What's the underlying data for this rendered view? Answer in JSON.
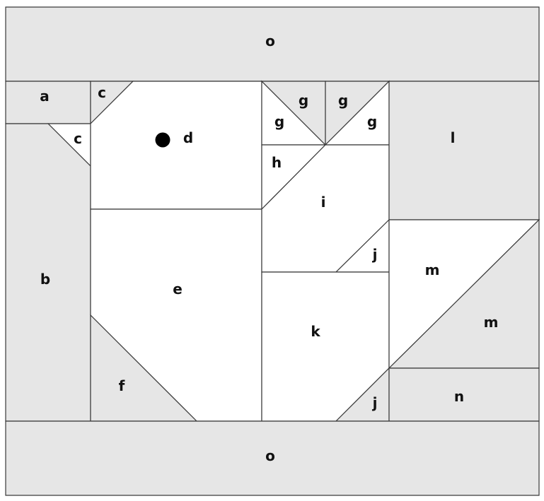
{
  "colors": {
    "shaded": "#e6e6e6",
    "unshaded": "#ffffff",
    "outline": "#3a3a3a",
    "text": "#111111",
    "dot": "#000000"
  },
  "pieces": {
    "o_top": {
      "label": "o",
      "fill": "shaded"
    },
    "a": {
      "label": "a",
      "fill": "shaded"
    },
    "c_upper": {
      "label": "c",
      "fill": "shaded"
    },
    "c_lower": {
      "label": "c",
      "fill": "unshaded"
    },
    "b": {
      "label": "b",
      "fill": "shaded"
    },
    "d": {
      "label": "d",
      "fill": "unshaded"
    },
    "e": {
      "label": "e",
      "fill": "unshaded"
    },
    "f": {
      "label": "f",
      "fill": "shaded"
    },
    "g_left": {
      "label": "g",
      "fill": "unshaded"
    },
    "g_top1": {
      "label": "g",
      "fill": "shaded"
    },
    "g_top2": {
      "label": "g",
      "fill": "shaded"
    },
    "g_right": {
      "label": "g",
      "fill": "unshaded"
    },
    "h": {
      "label": "h",
      "fill": "unshaded"
    },
    "i": {
      "label": "i",
      "fill": "unshaded"
    },
    "j_upper": {
      "label": "j",
      "fill": "unshaded"
    },
    "j_lower": {
      "label": "j",
      "fill": "shaded"
    },
    "k": {
      "label": "k",
      "fill": "unshaded"
    },
    "l": {
      "label": "l",
      "fill": "shaded"
    },
    "m_upper": {
      "label": "m",
      "fill": "unshaded"
    },
    "m_lower": {
      "label": "m",
      "fill": "shaded"
    },
    "n": {
      "label": "n",
      "fill": "shaded"
    },
    "o_bottom": {
      "label": "o",
      "fill": "shaded"
    }
  }
}
